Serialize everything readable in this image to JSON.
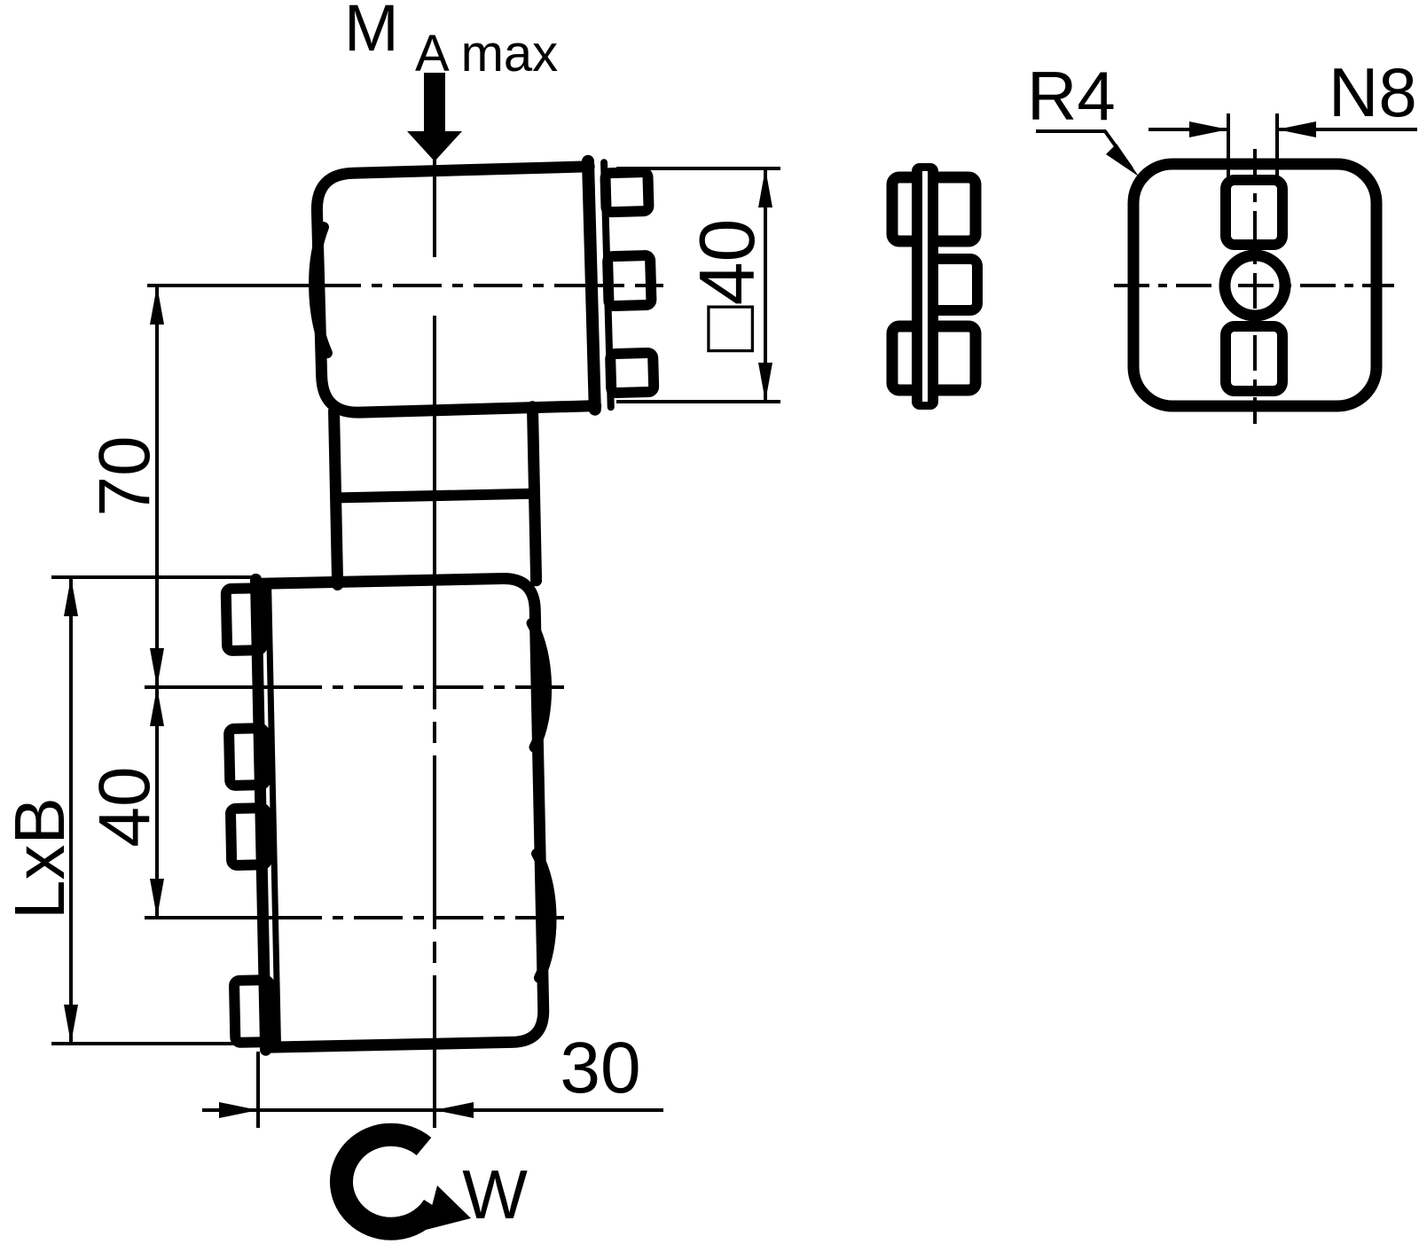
{
  "drawing": {
    "labels": {
      "torque": "M",
      "torque_sub": "A max",
      "square_size": "□40",
      "dim_70": "70",
      "dim_40": "40",
      "dim_lxb": "LxB",
      "dim_30": "30",
      "rotation": "W",
      "radius": "R4",
      "groove": "N8"
    },
    "colors": {
      "line": "#000000",
      "background": "#ffffff"
    }
  }
}
